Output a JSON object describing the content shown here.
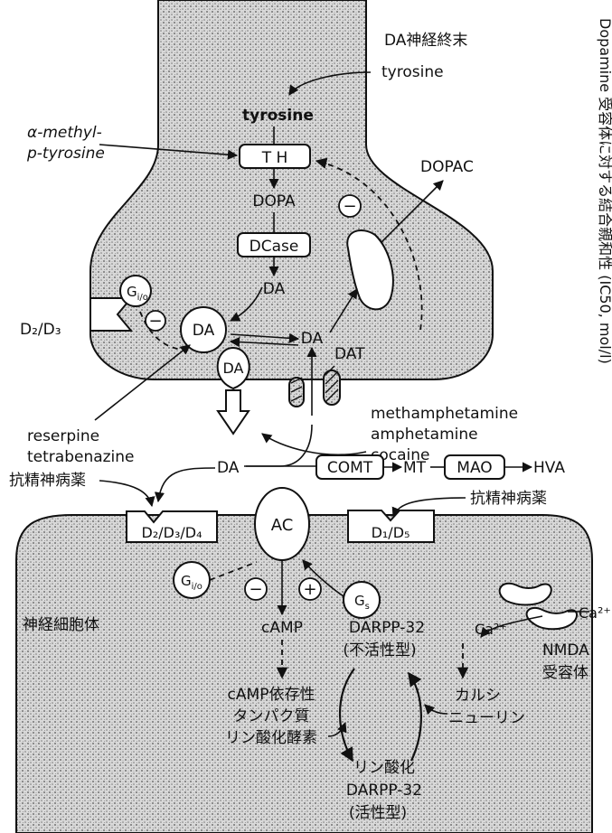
{
  "terminal_label": "DA神経終末",
  "side_label": "Dopamine 受容体に対する結合親和性 (IC50, mol/l)",
  "tyrosine_ext": "tyrosine",
  "tyrosine_int": "tyrosine",
  "inhibitor_line1": "α-methyl-",
  "inhibitor_line2": "p-tyrosine",
  "th": "T  H",
  "dopa": "DOPA",
  "dcase": "DCase",
  "da_synth": "DA",
  "dopac": "DOPAC",
  "minus": "−",
  "plus": "+",
  "gio": "Gi/o",
  "gio_sub": "i/o",
  "g_letter": "G",
  "gs_sub": "s",
  "d2d3": "D₂/D₃",
  "da_vesicle1": "DA",
  "da_vesicle2": "DA",
  "da_cyto": "DA",
  "dat": "DAT",
  "drugs": [
    "methamphetamine",
    "amphetamine",
    "cocaine"
  ],
  "reserpine": [
    "reserpine",
    "tetrabenazine"
  ],
  "da_cleft": "DA",
  "comt": "COMT",
  "mt": "MT",
  "mao": "MAO",
  "hva": "HVA",
  "antipsychotic_left": "抗精神病薬",
  "antipsychotic_right": "抗精神病薬",
  "d2d3d4": "D₂/D₃/D₄",
  "ac": "AC",
  "d1d5": "D₁/D₅",
  "ca_ext": "Ca²⁺",
  "ca_int": "Ca²⁺",
  "nmda": [
    "NMDA",
    "受容体"
  ],
  "cell_body": "神経細胞体",
  "camp": "cAMP",
  "darpp_inactive": [
    "DARPP-32",
    "(不活性型)"
  ],
  "pka": [
    "cAMP依存性",
    "タンパク質",
    "リン酸化酵素"
  ],
  "calcineurin": [
    "カルシ",
    "ニューリン"
  ],
  "phospho": [
    "リン酸化",
    "DARPP-32",
    "(活性型)"
  ]
}
